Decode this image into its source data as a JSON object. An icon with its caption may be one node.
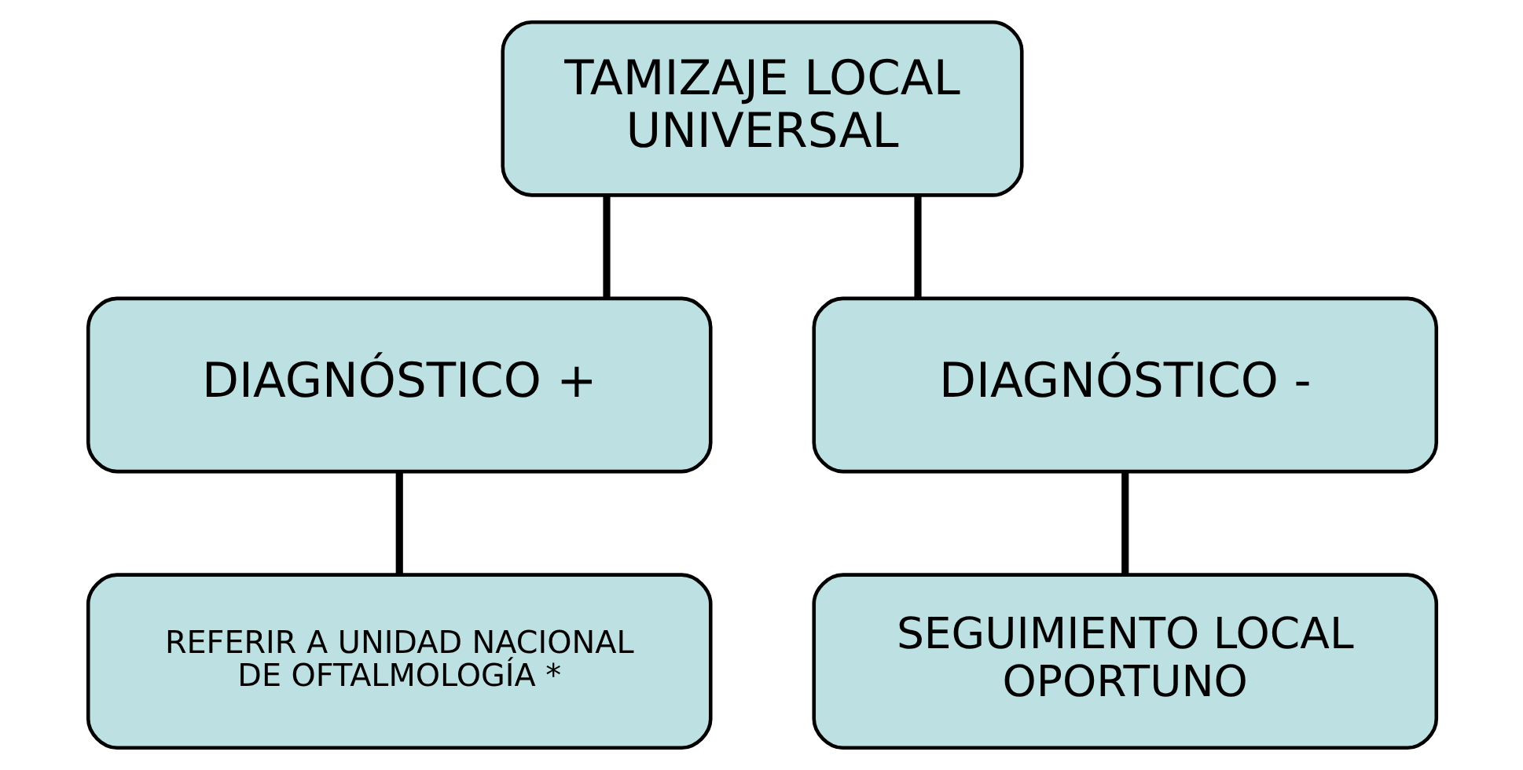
{
  "diagram": {
    "nodes": [
      {
        "text": [
          "TAMIZAJE LOCAL UNIVERSAL"
        ]
      },
      {
        "text": [
          "DIAGNÓSTICO +"
        ]
      },
      {
        "text": [
          "DIAGNÓSTICO -"
        ]
      },
      {
        "text": [
          "REFERIR A UNIDAD NACIONAL DE OFTALMOLOGÍA *"
        ]
      },
      {
        "text": [
          "SEGUIMIENTO LOCAL OPORTUNO"
        ]
      }
    ],
    "edges": [
      {
        "from": 0,
        "to": 1,
        "arrow": "none"
      },
      {
        "from": 0,
        "to": 2,
        "arrow": "none"
      },
      {
        "from": 1,
        "to": 3,
        "arrow": "none"
      },
      {
        "from": 2,
        "to": 4,
        "arrow": "none"
      }
    ]
  }
}
